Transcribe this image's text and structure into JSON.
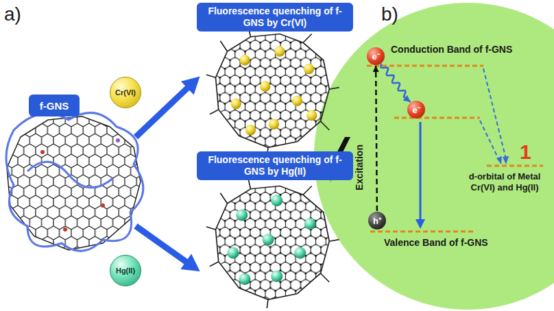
{
  "diagram": {
    "nodes": [
      {
        "text": [
          "f-GNS"
        ]
      },
      {
        "text": [
          "Fluorescence quenching of f-GNS by Cr(VI)"
        ]
      },
      {
        "text": [
          "Fluorescence quenching of f-GNS by Hg(II)"
        ]
      },
      {
        "text": [
          "Cr(VI)"
        ]
      },
      {
        "text": [
          "Hg(II)"
        ]
      },
      {
        "text": [
          "e⁻"
        ]
      },
      {
        "text": [
          "e⁻"
        ]
      },
      {
        "text": [
          "h⁺"
        ]
      }
    ],
    "edges": [
      {
        "from": 7,
        "to": 5,
        "arrow": "to"
      },
      {
        "from": 5,
        "to": 6,
        "arrow": "to"
      }
    ],
    "labels": [
      "a)",
      "b)",
      "Conduction Band of f-GNS",
      "d-orbital of Metal Cr(VI) and Hg(II)",
      "Excitation",
      "Valence Band of f-GNS",
      "1"
    ]
  }
}
